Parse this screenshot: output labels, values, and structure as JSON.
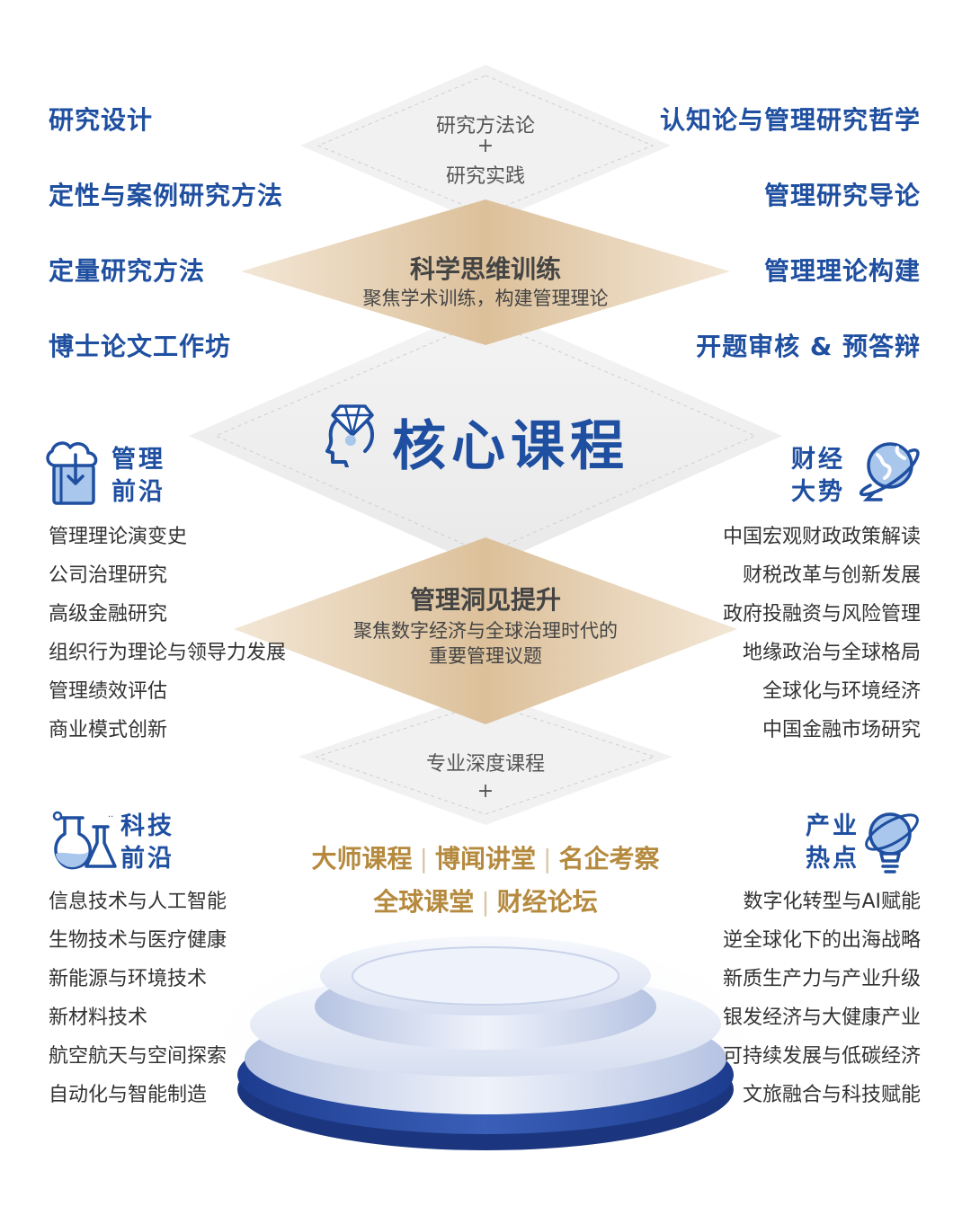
{
  "layers": {
    "top": {
      "line1": "研究方法论",
      "plus": "+",
      "line2": "研究实践"
    },
    "science": {
      "title": "科学思维训练",
      "subtitle": "聚焦学术训练，构建管理理论"
    },
    "core": {
      "title": "核心课程"
    },
    "insight": {
      "title": "管理洞见提升",
      "line1": "聚焦数字经济与全球治理时代的",
      "line2": "重要管理议题"
    },
    "deep": {
      "title": "专业深度课程",
      "plus": "+"
    }
  },
  "left_top": [
    "研究设计",
    "定性与案例研究方法",
    "定量研究方法",
    "博士论文工作坊"
  ],
  "right_top": [
    "认知论与管理研究哲学",
    "管理研究导论",
    "管理理论构建",
    "开题审核 & 预答辩"
  ],
  "mgmt": {
    "line1": "管理",
    "line2": "前沿",
    "items": [
      "管理理论演变史",
      "公司治理研究",
      "高级金融研究",
      "组织行为理论与领导力发展",
      "管理绩效评估",
      "商业模式创新"
    ]
  },
  "econ": {
    "line1": "财经",
    "line2": "大势",
    "items": [
      "中国宏观财政政策解读",
      "财税改革与创新发展",
      "政府投融资与风险管理",
      "地缘政治与全球格局",
      "全球化与环境经济",
      "中国金融市场研究"
    ]
  },
  "tech": {
    "line1": "科技",
    "line2": "前沿",
    "items": [
      "信息技术与人工智能",
      "生物技术与医疗健康",
      "新能源与环境技术",
      "新材料技术",
      "航空航天与空间探索",
      "自动化与智能制造"
    ]
  },
  "industry": {
    "line1": "产业",
    "line2": "热点",
    "items": [
      "数字化转型与AI赋能",
      "逆全球化下的出海战略",
      "新质生产力与产业升级",
      "银发经济与大健康产业",
      "可持续发展与低碳经济",
      "文旅融合与科技赋能"
    ]
  },
  "programs": {
    "row1": [
      "大师课程",
      "博闻讲堂",
      "名企考察"
    ],
    "row2": [
      "全球课堂",
      "财经论坛"
    ]
  },
  "colors": {
    "blue": "#1f4fa0",
    "gold": "#b58a3e",
    "tan": "#e2c9a3",
    "gray": "#333333"
  }
}
